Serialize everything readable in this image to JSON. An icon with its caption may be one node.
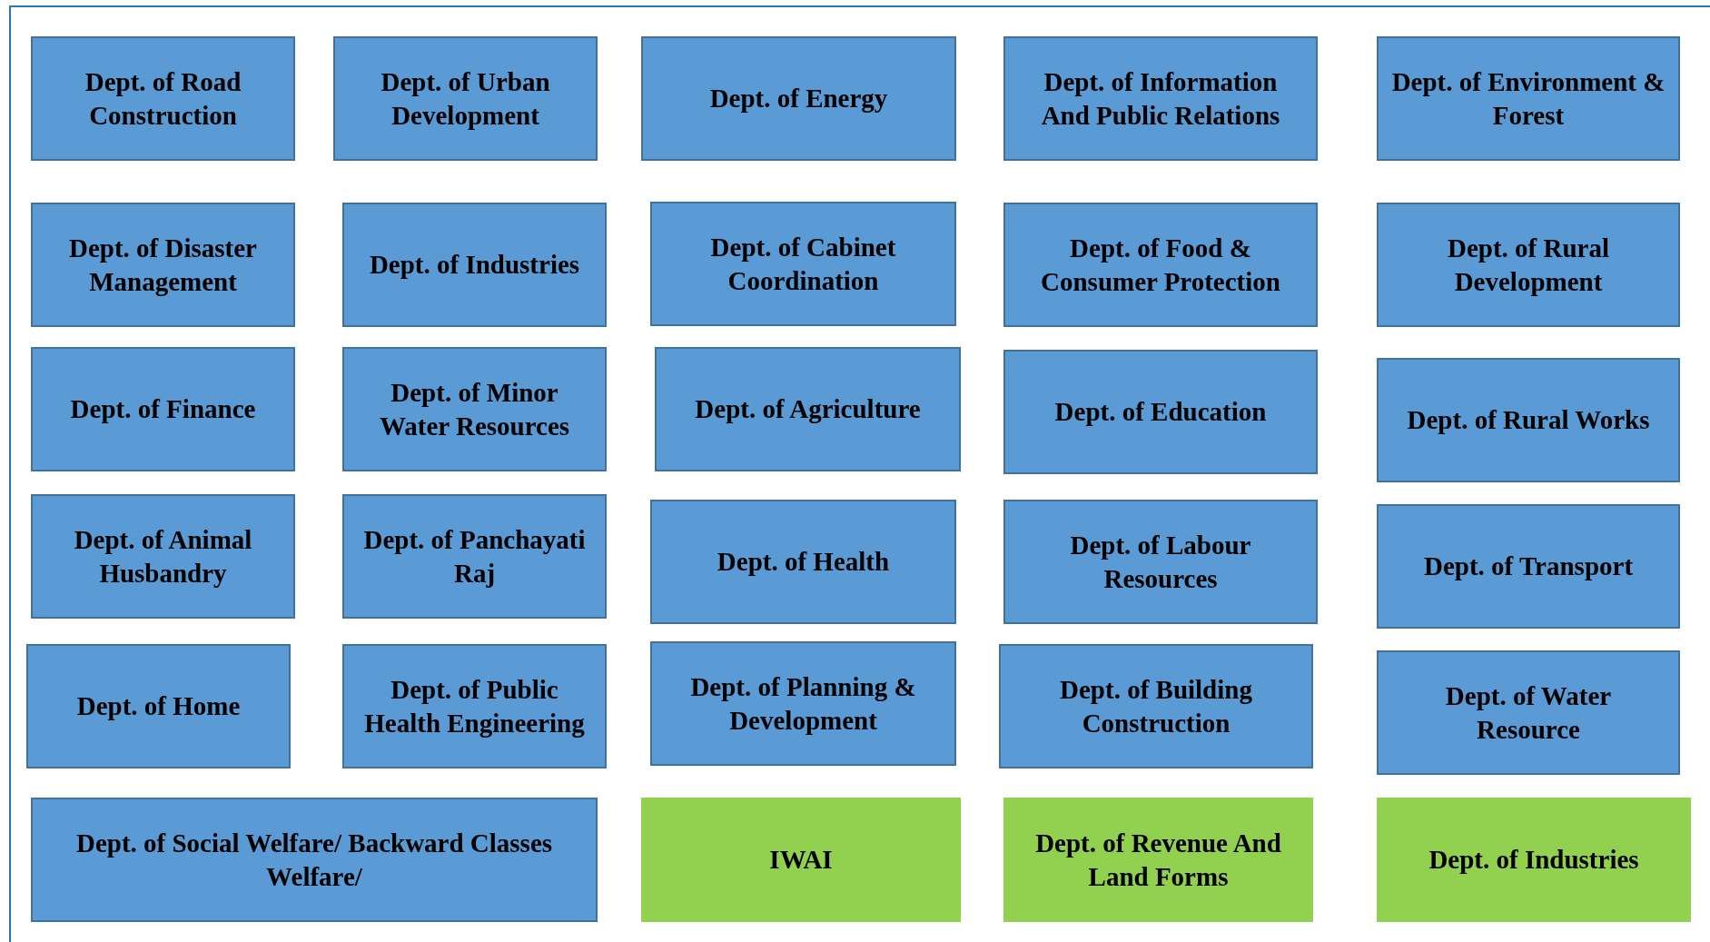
{
  "diagram": {
    "nodes": [
      {
        "text": [
          "Dept. of Road Construction"
        ]
      },
      {
        "text": [
          "Dept. of Urban Development"
        ]
      },
      {
        "text": [
          "Dept. of Energy"
        ]
      },
      {
        "text": [
          "Dept. of Information And Public Relations"
        ]
      },
      {
        "text": [
          "Dept. of Environment & Forest"
        ]
      },
      {
        "text": [
          "Dept. of Disaster Management"
        ]
      },
      {
        "text": [
          "Dept. of Industries"
        ]
      },
      {
        "text": [
          "Dept. of Cabinet Coordination"
        ]
      },
      {
        "text": [
          "Dept. of Food & Consumer Protection"
        ]
      },
      {
        "text": [
          "Dept. of Rural Development"
        ]
      },
      {
        "text": [
          "Dept. of Finance"
        ]
      },
      {
        "text": [
          "Dept. of Minor Water Resources"
        ]
      },
      {
        "text": [
          "Dept. of Agriculture"
        ]
      },
      {
        "text": [
          "Dept. of Education"
        ]
      },
      {
        "text": [
          "Dept. of Rural Works"
        ]
      },
      {
        "text": [
          "Dept. of Animal Husbandry"
        ]
      },
      {
        "text": [
          "Dept. of Panchayati Raj"
        ]
      },
      {
        "text": [
          "Dept. of Health"
        ]
      },
      {
        "text": [
          "Dept. of Labour Resources"
        ]
      },
      {
        "text": [
          "Dept. of Transport"
        ]
      },
      {
        "text": [
          "Dept. of Home"
        ]
      },
      {
        "text": [
          "Dept. of Public Health Engineering"
        ]
      },
      {
        "text": [
          "Dept. of Planning & Development"
        ]
      },
      {
        "text": [
          "Dept. of Building Construction"
        ]
      },
      {
        "text": [
          "Dept. of Water Resource"
        ]
      },
      {
        "text": [
          "Dept. of Social Welfare/ Backward Classes Welfare/"
        ]
      },
      {
        "text": [
          "IWAI"
        ]
      },
      {
        "text": [
          "Dept. of Revenue And Land Forms"
        ]
      },
      {
        "text": [
          "Dept. of Industries"
        ]
      }
    ]
  }
}
